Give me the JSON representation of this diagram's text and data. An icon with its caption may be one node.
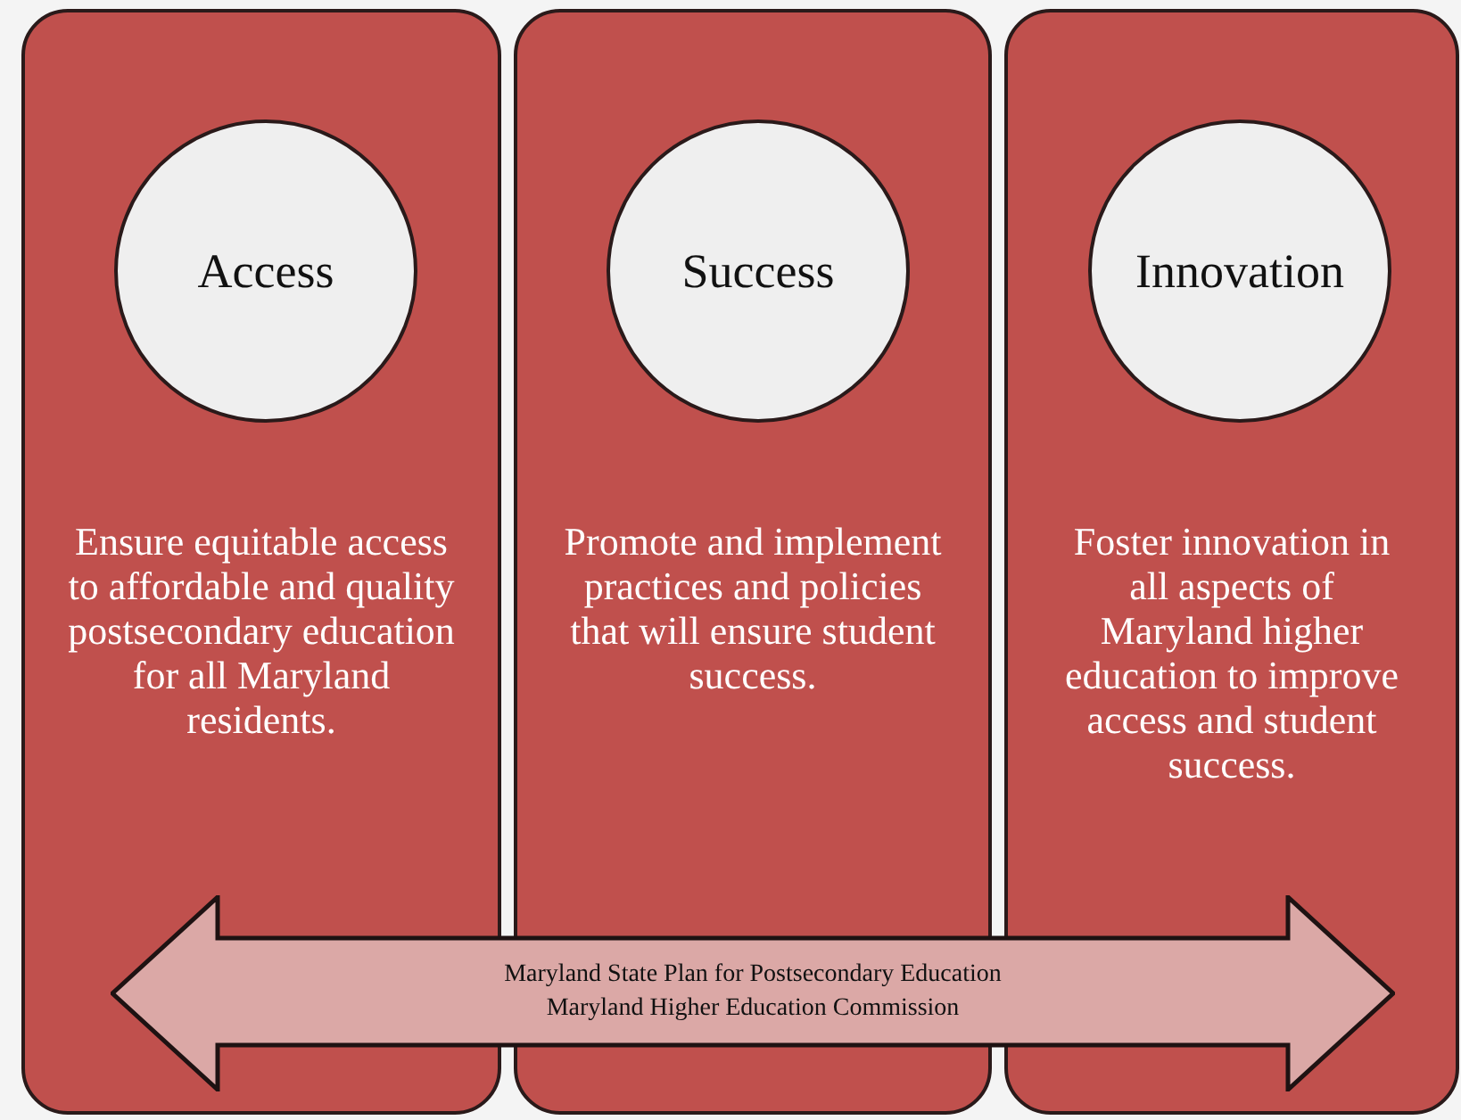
{
  "diagram": {
    "nodes": [
      {
        "text": [
          "Ensure equitable access to affordable and quality postsecondary education for all Maryland residents."
        ]
      },
      {
        "text": [
          "Access"
        ],
        "in": 0
      },
      {
        "text": [
          "Promote and implement practices and policies that will ensure student success."
        ]
      },
      {
        "text": [
          "Success"
        ],
        "in": 2
      },
      {
        "text": [
          "Foster innovation in all aspects of Maryland higher education to improve access and student success."
        ]
      },
      {
        "text": [
          "Innovation"
        ],
        "in": 4
      },
      {
        "text": [
          "Maryland State Plan for Postsecondary Education",
          "Maryland Higher Education Commission"
        ]
      }
    ]
  }
}
